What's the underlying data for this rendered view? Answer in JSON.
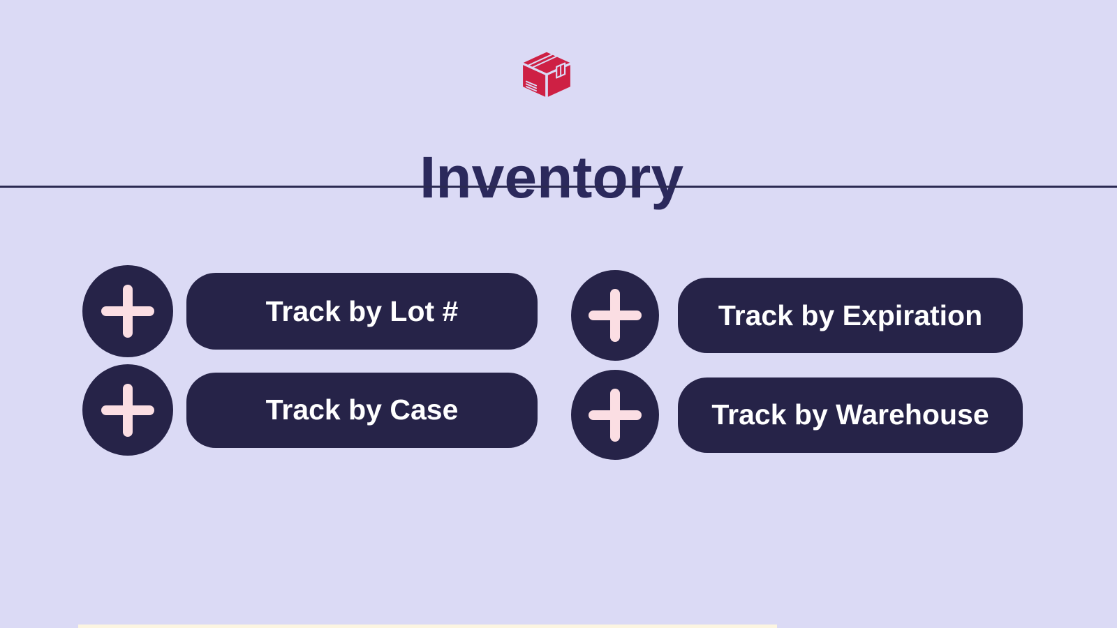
{
  "header": {
    "title": "Inventory",
    "icon": "package-box-icon"
  },
  "colors": {
    "background": "#dbdaf5",
    "navy": "#262348",
    "title_navy": "#2b295c",
    "divider": "#2b2a52",
    "plus_pink": "#fbdee3",
    "box_red": "#ce2044",
    "pill_text": "#ffffff",
    "bottom_strip": "#fcf5e1"
  },
  "buttons": [
    {
      "label": "Track by Lot #",
      "icon": "plus-icon"
    },
    {
      "label": "Track by Expiration",
      "icon": "plus-icon"
    },
    {
      "label": "Track by Case",
      "icon": "plus-icon"
    },
    {
      "label": "Track by Warehouse",
      "icon": "plus-icon"
    }
  ]
}
